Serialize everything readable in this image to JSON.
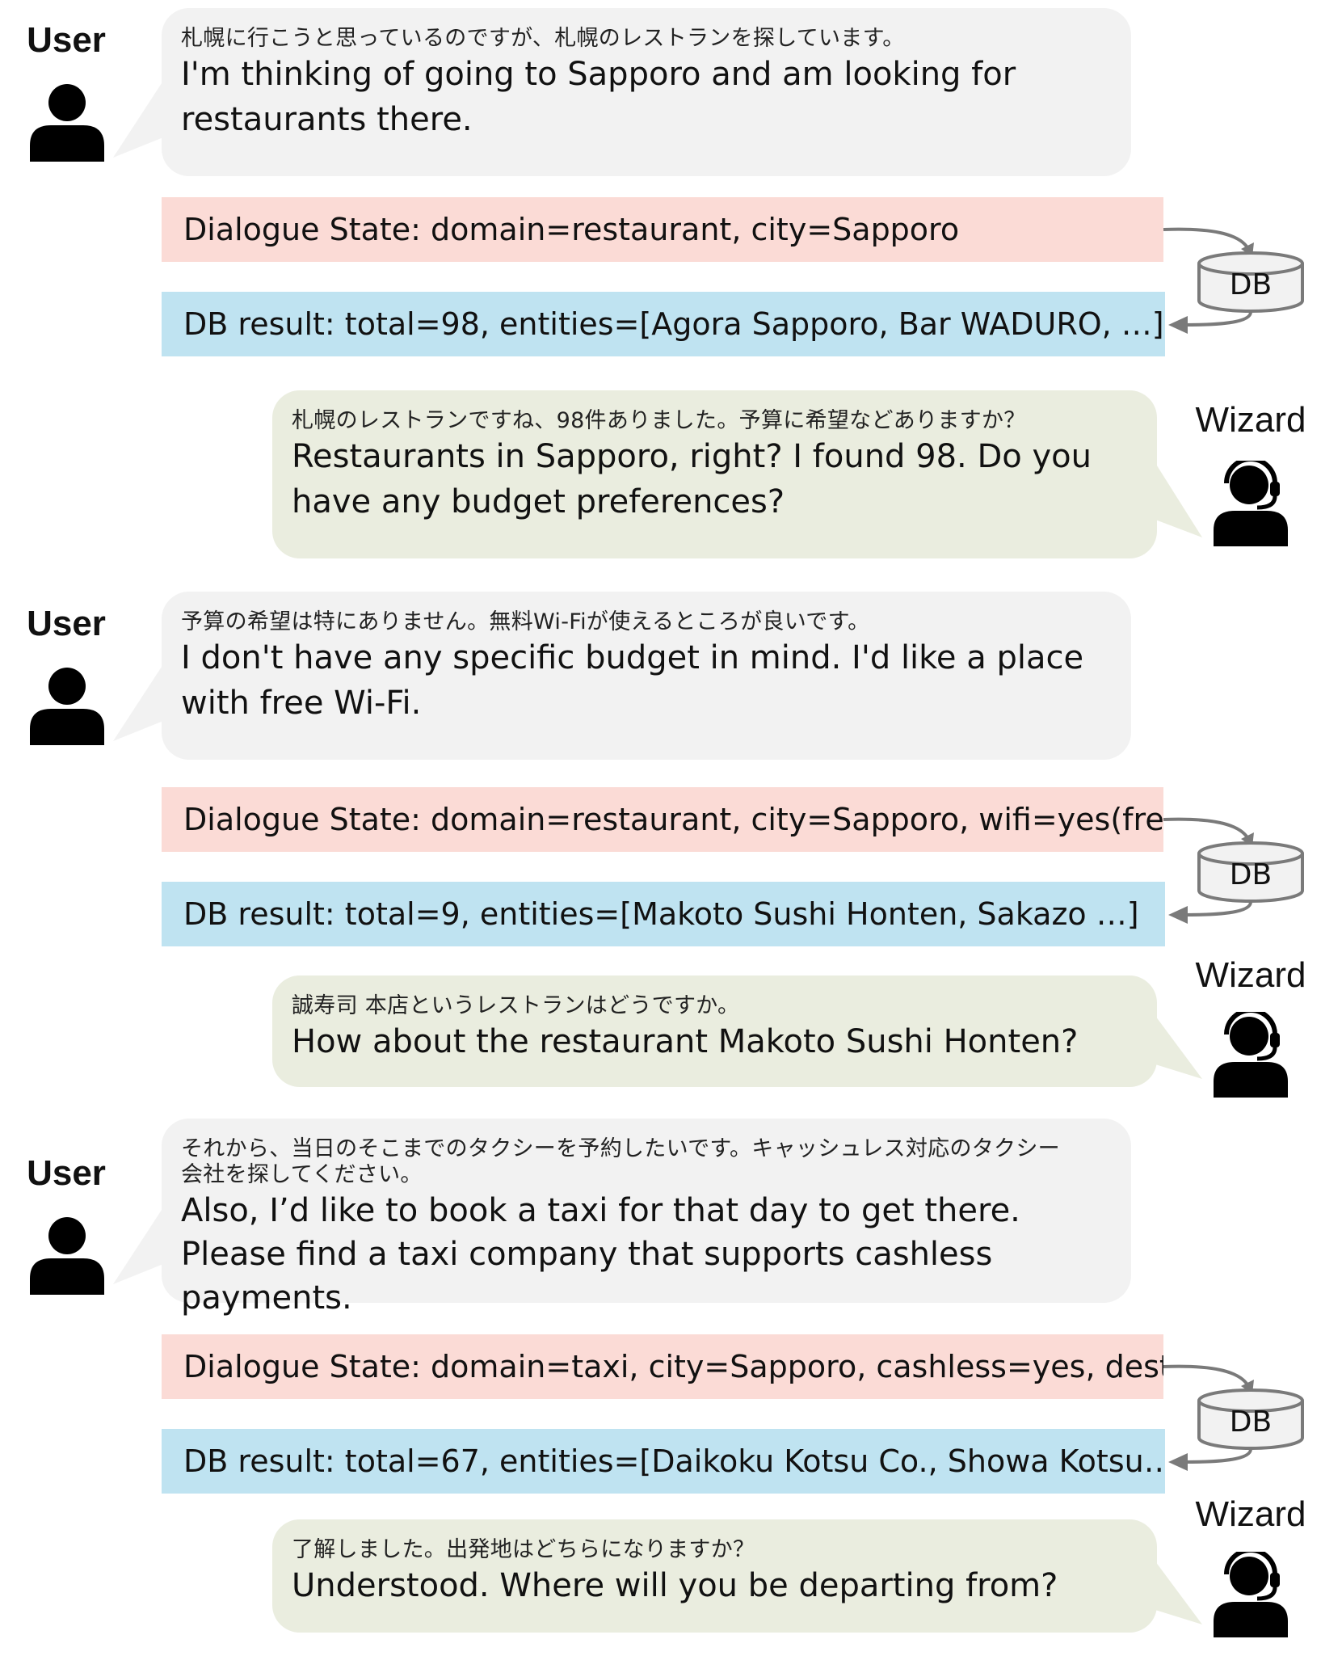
{
  "colors": {
    "user_bubble": "#f2f2f2",
    "wizard_bubble": "#eaeddf",
    "dialogue_state": "#fbdbd6",
    "db_result": "#bfe3f1",
    "arrow": "#7a7a7a"
  },
  "icons": {
    "user": "user-person-icon",
    "wizard": "wizard-headset-icon",
    "db": "database-cylinder-icon"
  },
  "turns": [
    {
      "user": {
        "label": "User",
        "ja": "札幌に行こうと思っているのですが、札幌のレストランを探しています。",
        "en": "I'm thinking of going to Sapporo and am looking for restaurants there."
      },
      "dialogue_state": "Dialogue State: domain=restaurant, city=Sapporo",
      "db_label": "DB",
      "db_result": "DB result: total=98, entities=[Agora Sapporo, Bar WADURO, …]",
      "wizard": {
        "label": "Wizard",
        "ja": "札幌のレストランですね、98件ありました。予算に希望などありますか？",
        "en": "Restaurants in Sapporo, right? I found 98. Do you have any budget preferences?"
      }
    },
    {
      "user": {
        "label": "User",
        "ja": "予算の希望は特にありません。無料Wi-Fiが使えるところが良いです。",
        "en": "I don't have any specific budget in mind. I'd like a place with free Wi-Fi."
      },
      "dialogue_state": "Dialogue State: domain=restaurant, city=Sapporo, wifi=yes(free)",
      "db_label": "DB",
      "db_result": "DB result: total=9, entities=[Makoto Sushi Honten, Sakazo …]",
      "wizard": {
        "label": "Wizard",
        "ja": "誠寿司 本店というレストランはどうですか。",
        "en": "How about the restaurant Makoto Sushi Honten?"
      }
    },
    {
      "user": {
        "label": "User",
        "ja": "それから、当日のそこまでのタクシーを予約したいです。キャッシュレス対応のタクシー会社を探してください。",
        "en": "Also, I’d like to book a taxi for that day to get there. Please find a taxi company that supports cashless payments."
      },
      "dialogue_state": "Dialogue State: domain=taxi, city=Sapporo, cashless=yes, dest=…",
      "db_label": "DB",
      "db_result": "DB result: total=67, entities=[Daikoku Kotsu Co., Showa Kotsu…]",
      "wizard": {
        "label": "Wizard",
        "ja": "了解しました。出発地はどちらになりますか？",
        "en": "Understood. Where will you be departing from?"
      }
    }
  ]
}
